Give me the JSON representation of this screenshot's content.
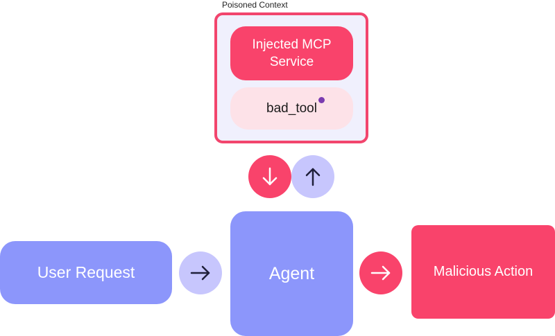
{
  "context": {
    "label": "Poisoned Context",
    "service": "Injected MCP Service",
    "tool": "bad_tool"
  },
  "flow": {
    "user_request": "User Request",
    "agent": "Agent",
    "malicious_action": "Malicious Action"
  },
  "colors": {
    "pink": "#f9436b",
    "pink_border": "#f2456d",
    "light_pink": "#fde2e8",
    "periwinkle": "#8c96fb",
    "lavender": "#c7c6fd",
    "context_bg": "#f0f0fd"
  },
  "icons": {
    "down": "arrow-down-icon",
    "up": "arrow-up-icon",
    "right": "arrow-right-icon",
    "badge": "purple-dot-icon"
  }
}
